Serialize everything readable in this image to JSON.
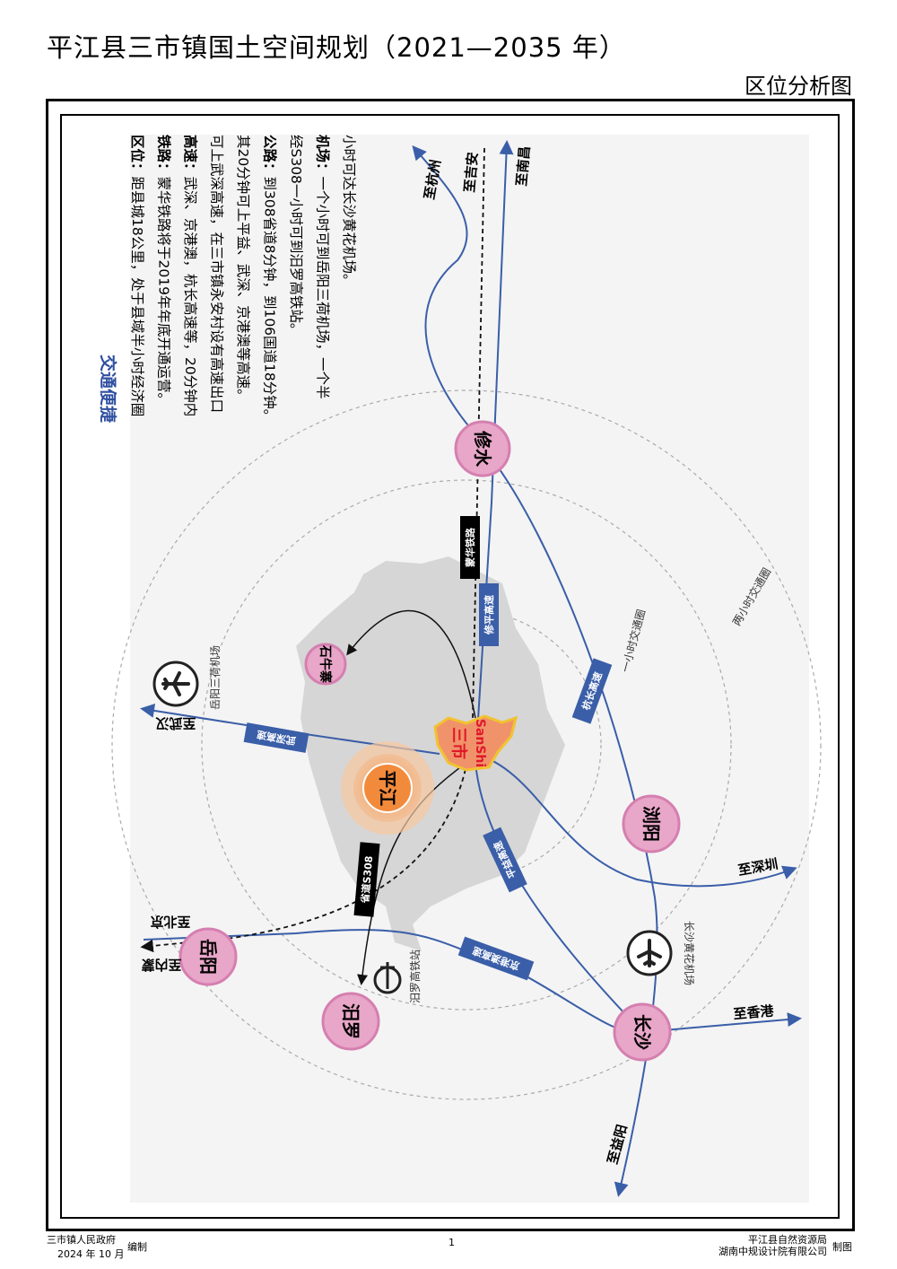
{
  "header": {
    "title": "平江县三市镇国土空间规划（2021—2035 年）",
    "subtitle": "区位分析图"
  },
  "info_panel": {
    "heading": "交通便捷",
    "lines": [
      {
        "key": "区位：",
        "text": "距县城18公里，处于县域半小时经济圈"
      },
      {
        "key": "铁路：",
        "text": "蒙华铁路将于2019年年底开通运营。"
      },
      {
        "key": "高速：",
        "text": "武深、京港澳，杭长高速等，20分钟内"
      },
      {
        "key": "",
        "text": "可上武深高速，在三市镇永安村设有高速出口"
      },
      {
        "key": "",
        "text": "其20分钟可上平益、武深、京港澳等高速。"
      },
      {
        "key": "公路：",
        "text": "到308省道8分钟，到106国道18分钟。"
      },
      {
        "key": "",
        "text": "经S308一小时可到汨罗高铁站。"
      },
      {
        "key": "机场：",
        "text": "一个小时可到岳阳三荷机场，一个半"
      },
      {
        "key": "",
        "text": "小时可达长沙黄花机场。"
      }
    ]
  },
  "map": {
    "cities": {
      "xiushui": "修水",
      "shiniuzhai": "石牛寨",
      "pingjiang": "平江",
      "liuyang": "浏阳",
      "yueyang": "岳阳",
      "miluo": "汨罗",
      "changsha": "长沙",
      "sanshi": "三市",
      "sanshi_pinyin": "SanShi"
    },
    "roads": {
      "menghua": "蒙华铁路",
      "xiuping": "修平高速",
      "hangchang": "杭长高速",
      "wushen": "武深高速",
      "jinggangao": "京港澳高速",
      "pingyi": "平益高速",
      "s308": "省道S308"
    },
    "directions": {
      "hangzhou": "至杭州",
      "jian": "至吉安",
      "nanchang": "至南昌",
      "wuhan": "至武汉",
      "beijing": "至北京",
      "neimeng": "至内蒙",
      "shenzhen": "至深圳",
      "xianggang": "至香港",
      "yiyang": "至益阳"
    },
    "rings": {
      "one_hour": "一小时交通圈",
      "two_hour": "两小时交通圈"
    },
    "facilities": {
      "yueyang_airport": "岳阳三荷机场",
      "changsha_airport": "长沙黄花机场",
      "miluo_station": "汨罗高铁站"
    }
  },
  "footer": {
    "left_org": "三市镇人民政府",
    "left_date": "2024 年 10 月",
    "left_action": "编制",
    "page": "1",
    "right_org1": "平江县自然资源局",
    "right_org2": "湖南中规设计院有限公司",
    "right_action": "制图"
  },
  "colors": {
    "road_blue": "#3a5ea8",
    "city_pink": "#e8a6c8",
    "city_ring": "#d57fb0",
    "sanshi_fill": "#f0936a",
    "sanshi_outline": "#f2c230",
    "county_gray": "#d6d6d6",
    "heading_blue": "#2f4fa0",
    "sanshi_text_red": "#e0182a"
  }
}
